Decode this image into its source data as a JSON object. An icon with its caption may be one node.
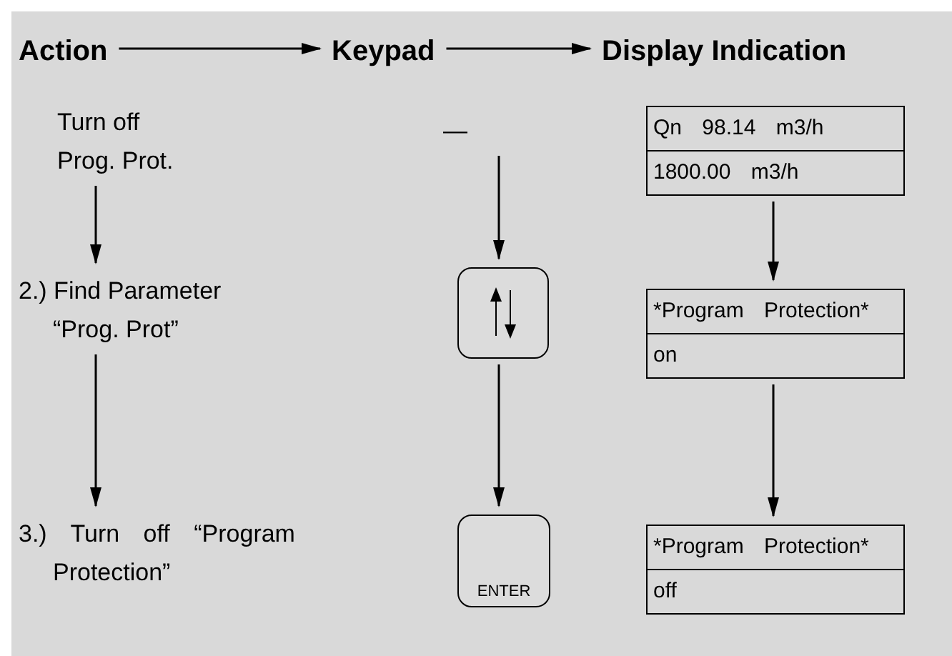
{
  "diagram": {
    "nodes": [
      {
        "text": [
          "Action"
        ]
      },
      {
        "text": [
          "Keypad"
        ]
      },
      {
        "text": [
          "Display Indication"
        ]
      },
      {
        "text": [
          "Turn off Prog. Prot."
        ]
      },
      {
        "text": [
          "—"
        ]
      },
      {
        "text": [
          "Qn 98.14 m3/h",
          "1800.00 m3/h"
        ]
      },
      {
        "text": [
          "2.) Find Parameter “Prog. Prot”"
        ]
      },
      {
        "text": [],
        "shape": "box"
      },
      {
        "text": [
          "*Program Protection*",
          "on"
        ]
      },
      {
        "text": [
          "3.) Turn off “Program Protection”"
        ]
      },
      {
        "text": [
          "ENTER"
        ]
      },
      {
        "text": [
          "*Program Protection*",
          "off"
        ]
      }
    ],
    "edges": [
      {
        "from": 0,
        "to": 1,
        "arrow": "to"
      },
      {
        "from": 1,
        "to": 2,
        "arrow": "to"
      },
      {
        "from": 3,
        "to": 6,
        "arrow": "to"
      },
      {
        "from": 4,
        "to": 7,
        "arrow": "to"
      },
      {
        "from": 5,
        "to": 8,
        "arrow": "to"
      },
      {
        "from": 6,
        "to": 9,
        "arrow": "to"
      },
      {
        "from": 7,
        "to": 10,
        "arrow": "to"
      },
      {
        "from": 8,
        "to": 11,
        "arrow": "to"
      }
    ]
  }
}
